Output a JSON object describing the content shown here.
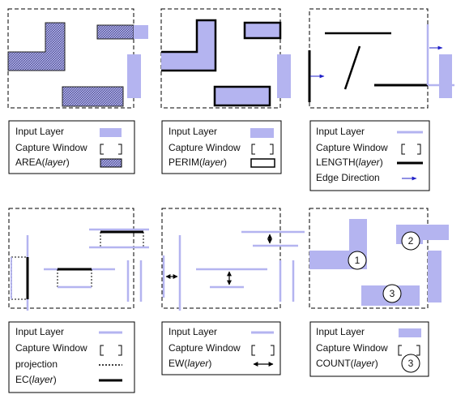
{
  "colors": {
    "layer_fill": "#b4b4f0",
    "result_stroke": "#000000",
    "edge_direction": "#2020c8"
  },
  "panels": [
    {
      "id": "area",
      "legend": [
        {
          "label": "Input Layer",
          "symbol": "filled-rect"
        },
        {
          "label": "Capture Window",
          "symbol": "window-bracket"
        },
        {
          "label": "AREA(",
          "italic": "layer",
          "suffix": ")",
          "symbol": "hatched-rect"
        }
      ]
    },
    {
      "id": "perim",
      "legend": [
        {
          "label": "Input Layer",
          "symbol": "filled-rect"
        },
        {
          "label": "Capture Window",
          "symbol": "window-bracket"
        },
        {
          "label": "PERIM(",
          "italic": "layer",
          "suffix": ")",
          "symbol": "outline-rect"
        }
      ]
    },
    {
      "id": "length",
      "legend": [
        {
          "label": "Input Layer",
          "symbol": "thin-line"
        },
        {
          "label": "Capture Window",
          "symbol": "window-bracket"
        },
        {
          "label": "LENGTH(",
          "italic": "layer",
          "suffix": ")",
          "symbol": "thick-line"
        },
        {
          "label": "Edge Direction",
          "symbol": "arrow-right"
        }
      ]
    },
    {
      "id": "ec",
      "legend": [
        {
          "label": "Input Layer",
          "symbol": "thin-line"
        },
        {
          "label": "Capture Window",
          "symbol": "window-bracket"
        },
        {
          "label": "projection",
          "symbol": "dotted-line"
        },
        {
          "label": "EC(",
          "italic": "layer",
          "suffix": ")",
          "symbol": "thick-line"
        }
      ]
    },
    {
      "id": "ew",
      "legend": [
        {
          "label": "Input Layer",
          "symbol": "thin-line"
        },
        {
          "label": "Capture Window",
          "symbol": "window-bracket"
        },
        {
          "label": "EW(",
          "italic": "layer",
          "suffix": ")",
          "symbol": "double-arrow"
        }
      ]
    },
    {
      "id": "count",
      "legend": [
        {
          "label": "Input Layer",
          "symbol": "filled-rect"
        },
        {
          "label": "Capture Window",
          "symbol": "window-bracket"
        },
        {
          "label": "COUNT(",
          "italic": "layer",
          "suffix": ")",
          "symbol": "circle-3"
        }
      ]
    }
  ],
  "count_markers": [
    "1",
    "2",
    "3"
  ],
  "count_legend_marker": "3"
}
